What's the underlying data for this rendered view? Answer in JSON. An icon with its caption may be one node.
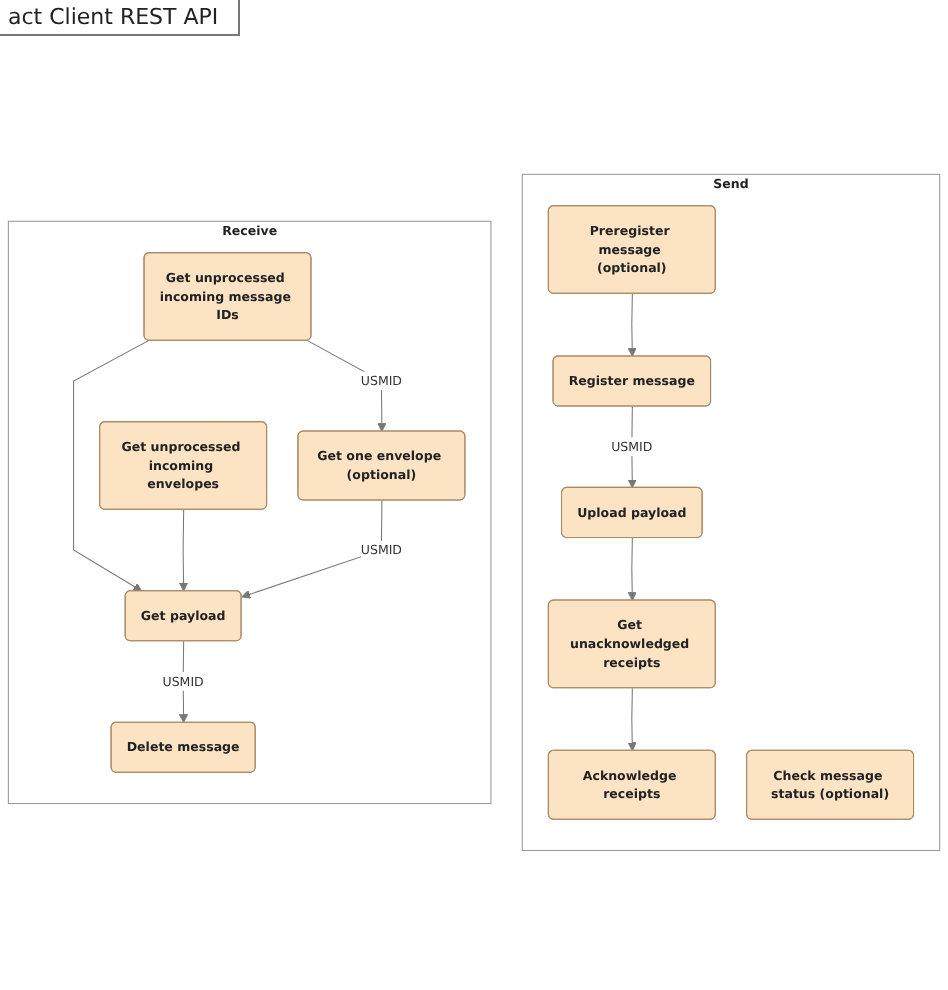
{
  "diagram": {
    "title": "act Client REST API",
    "nodes": [
      {
        "text": [
          "Send"
        ]
      },
      {
        "text": [
          "Preregister message (optional)"
        ],
        "in": 0
      },
      {
        "text": [
          "Register message"
        ],
        "in": 0
      },
      {
        "text": [
          "Upload payload"
        ],
        "in": 0
      },
      {
        "text": [
          "Check message status (optional)"
        ],
        "in": 0
      },
      {
        "text": [
          "Get unacknowledged receipts"
        ],
        "in": 0
      },
      {
        "text": [
          "Acknowledge receipts"
        ],
        "in": 0
      },
      {
        "text": [
          "Receive"
        ]
      },
      {
        "text": [
          "Get unprocessed incoming message IDs"
        ],
        "in": 7
      },
      {
        "text": [
          "Get unprocessed incoming envelopes"
        ],
        "in": 7
      },
      {
        "text": [
          "Get one envelope (optional)"
        ],
        "in": 7
      },
      {
        "text": [
          "Get payload"
        ],
        "in": 7
      },
      {
        "text": [
          "Delete message"
        ],
        "in": 7
      }
    ],
    "edges": [
      {
        "from": 1,
        "to": 2,
        "arrow": "to"
      },
      {
        "from": 2,
        "to": 3,
        "arrow": "to",
        "label": "USMID"
      },
      {
        "from": 3,
        "to": 5,
        "arrow": "to"
      },
      {
        "from": 5,
        "to": 6,
        "arrow": "to"
      },
      {
        "from": 8,
        "to": 10,
        "arrow": "to",
        "label": "USMID"
      },
      {
        "from": 8,
        "to": 11,
        "arrow": "to"
      },
      {
        "from": 9,
        "to": 11,
        "arrow": "to"
      },
      {
        "from": 10,
        "to": 11,
        "arrow": "to",
        "label": "USMID"
      },
      {
        "from": 11,
        "to": 12,
        "arrow": "to",
        "label": "USMID"
      }
    ]
  }
}
